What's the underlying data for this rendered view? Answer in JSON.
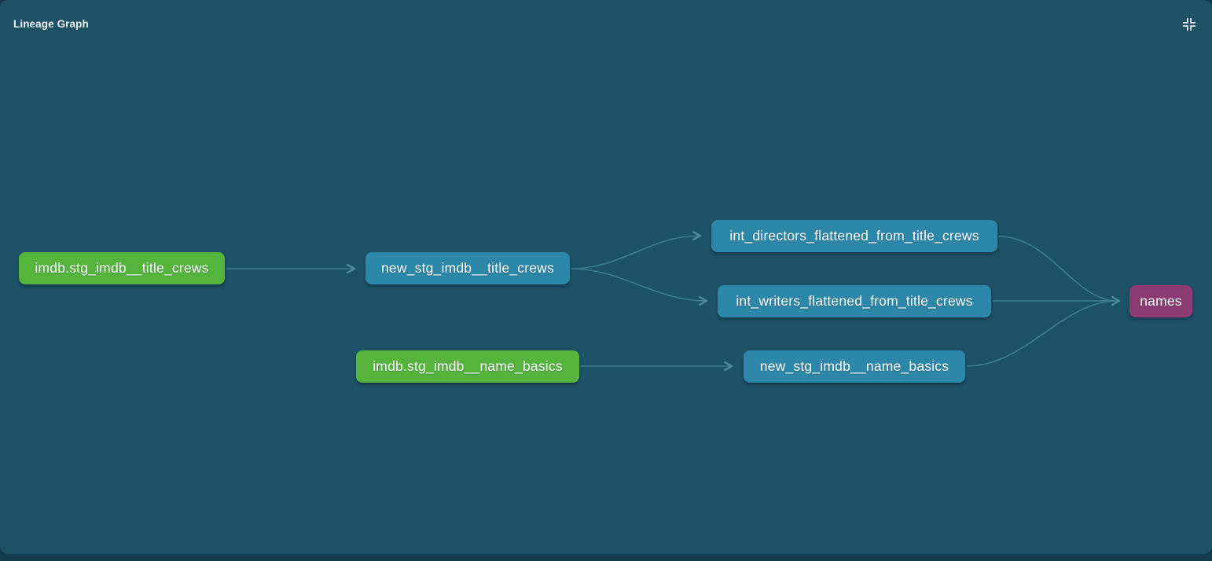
{
  "header": {
    "title": "Lineage Graph",
    "collapse_button_icon": "collapse-fullscreen-icon"
  },
  "colors": {
    "card_background": "#1c5166",
    "page_background": "#10374a",
    "bottom_strip": "#133c4e",
    "source_node": "#55b43c",
    "model_node": "#2d87a8",
    "exposure_node": "#8c3c73",
    "edge": "#3d7c92",
    "node_text": "#ffffff",
    "header_text": "#f2f6f7"
  },
  "graph": {
    "nodes": [
      {
        "id": "imdb.stg_imdb__title_crews",
        "label": "imdb.stg_imdb__title_crews",
        "type": "source"
      },
      {
        "id": "new_stg_imdb__title_crews",
        "label": "new_stg_imdb__title_crews",
        "type": "model"
      },
      {
        "id": "int_directors_flattened_from_title_crews",
        "label": "int_directors_flattened_from_title_crews",
        "type": "model"
      },
      {
        "id": "int_writers_flattened_from_title_crews",
        "label": "int_writers_flattened_from_title_crews",
        "type": "model"
      },
      {
        "id": "imdb.stg_imdb__name_basics",
        "label": "imdb.stg_imdb__name_basics",
        "type": "source"
      },
      {
        "id": "new_stg_imdb__name_basics",
        "label": "new_stg_imdb__name_basics",
        "type": "model"
      },
      {
        "id": "names",
        "label": "names",
        "type": "exposure"
      }
    ],
    "edges": [
      {
        "from": "imdb.stg_imdb__title_crews",
        "to": "new_stg_imdb__title_crews"
      },
      {
        "from": "new_stg_imdb__title_crews",
        "to": "int_directors_flattened_from_title_crews"
      },
      {
        "from": "new_stg_imdb__title_crews",
        "to": "int_writers_flattened_from_title_crews"
      },
      {
        "from": "imdb.stg_imdb__name_basics",
        "to": "new_stg_imdb__name_basics"
      },
      {
        "from": "int_directors_flattened_from_title_crews",
        "to": "names"
      },
      {
        "from": "int_writers_flattened_from_title_crews",
        "to": "names"
      },
      {
        "from": "new_stg_imdb__name_basics",
        "to": "names"
      }
    ]
  }
}
